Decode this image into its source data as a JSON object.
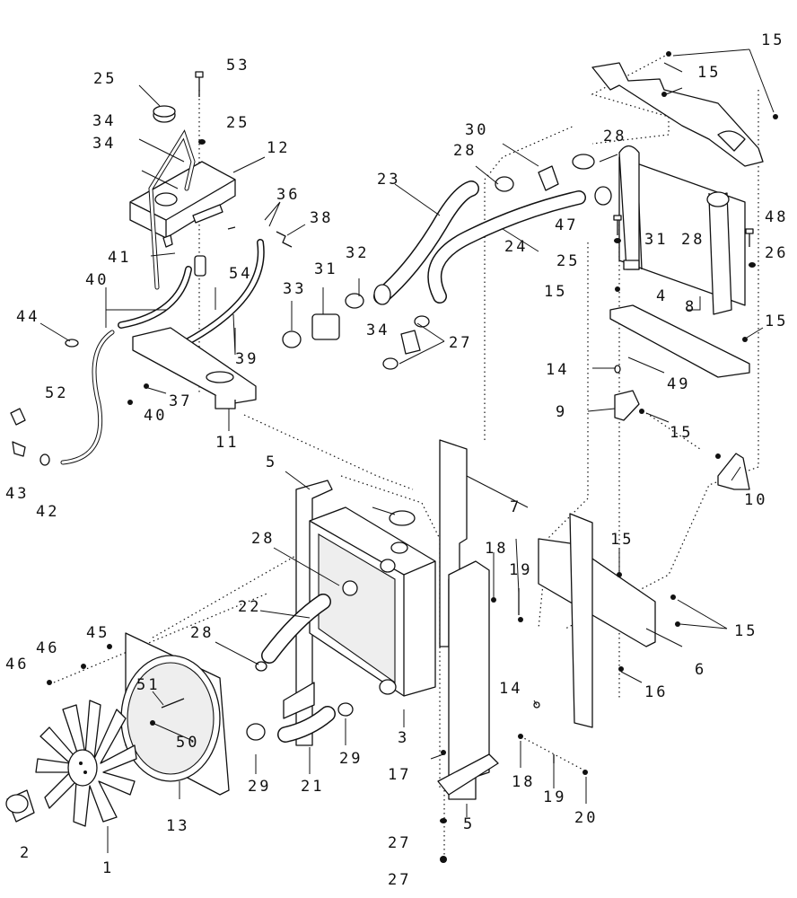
{
  "labels": [
    "1",
    "2",
    "3",
    "4",
    "5",
    "5",
    "6",
    "7",
    "8",
    "9",
    "10",
    "11",
    "12",
    "13",
    "14",
    "14",
    "15",
    "15",
    "15",
    "15",
    "15",
    "15",
    "15",
    "16",
    "17",
    "18",
    "18",
    "19",
    "19",
    "20",
    "21",
    "22",
    "23",
    "24",
    "25",
    "25",
    "25",
    "26",
    "27",
    "27",
    "27",
    "28",
    "28",
    "28",
    "28",
    "28",
    "29",
    "29",
    "30",
    "31",
    "31",
    "32",
    "33",
    "34",
    "34",
    "34",
    "36",
    "37",
    "38",
    "39",
    "40",
    "40",
    "41",
    "42",
    "43",
    "44",
    "45",
    "46",
    "46",
    "47",
    "48",
    "49",
    "50",
    "51",
    "52",
    "53",
    "54"
  ]
}
